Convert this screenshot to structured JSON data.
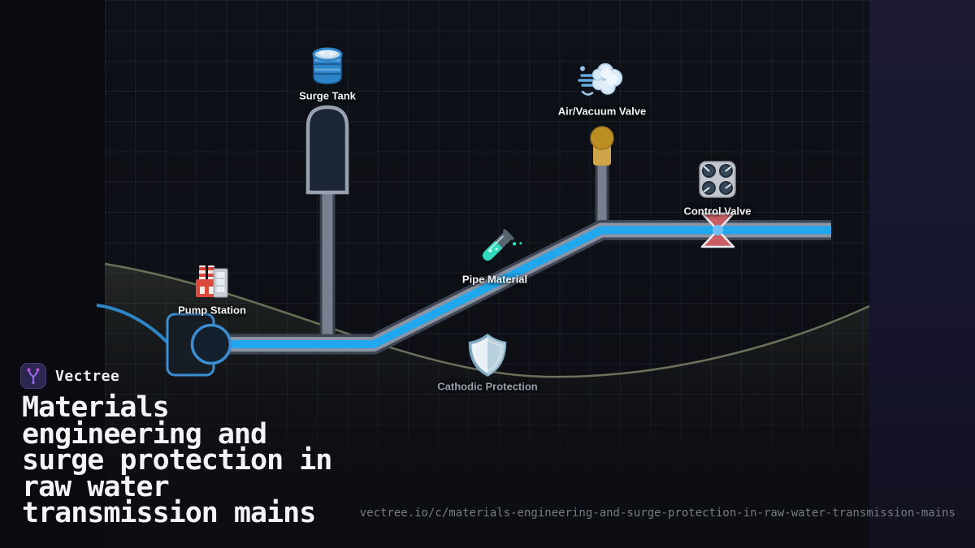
{
  "brand": {
    "name": "Vectree",
    "logo_icon": "vectree-branch-icon",
    "logo_bg": "#2c2750",
    "logo_glyph_color": "#8f66e8",
    "logo_dot_color": "#c44fd6"
  },
  "title": "Materials\nengineering and\nsurge protection in\nraw water\ntransmission mains",
  "footer_url": "vectree.io/c/materials-engineering-and-surge-protection-in-raw-water-transmission-mains",
  "diagram": {
    "nodes": [
      {
        "id": "pump-station",
        "label": "Pump Station",
        "icon": "factory-icon"
      },
      {
        "id": "surge-tank",
        "label": "Surge Tank",
        "icon": "oil-drum-icon"
      },
      {
        "id": "air-vacuum-valve",
        "label": "Air/Vacuum Valve",
        "icon": "wind-gust-icon"
      },
      {
        "id": "pipe-material",
        "label": "Pipe Material",
        "icon": "test-tube-icon"
      },
      {
        "id": "control-valve",
        "label": "Control Valve",
        "icon": "control-knobs-icon"
      },
      {
        "id": "cathodic-protection",
        "label": "Cathodic Protection",
        "icon": "shield-icon"
      }
    ],
    "colors": {
      "water_blue": "#21a7ee",
      "pipe_casing": "#8b94a4",
      "pipe_outline": "#3f4653",
      "pump_accent": "#3c8ed2",
      "air_valve_gold": "#c9982e",
      "control_valve_red": "#c95f63",
      "terrain_line": "#6b7259",
      "grid_background": "#0d0f15",
      "side_panel": "#1c1b33"
    }
  }
}
